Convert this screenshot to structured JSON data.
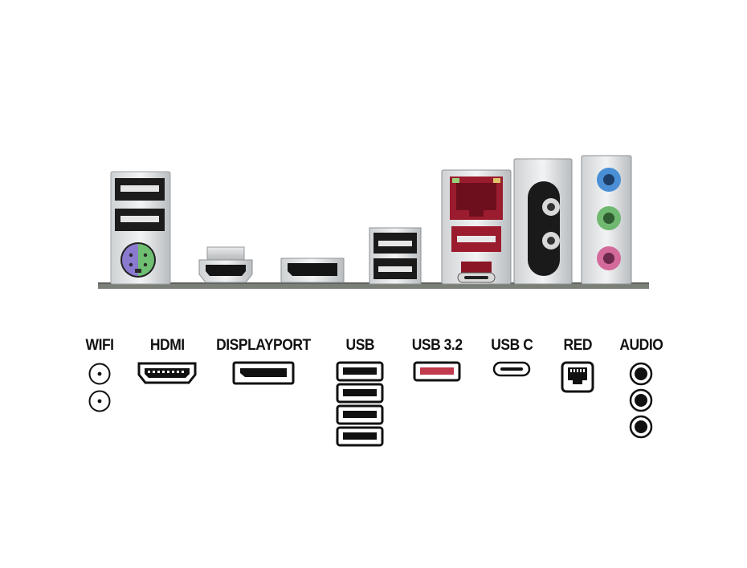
{
  "legend": {
    "wifi": "WIFI",
    "hdmi": "HDMI",
    "displayport": "DISPLAYPORT",
    "usb": "USB",
    "usb32": "USB 3.2",
    "usbc": "USB C",
    "red": "RED",
    "audio": "AUDIO"
  },
  "counts": {
    "wifi": 2,
    "usb": 4,
    "audio": 3
  },
  "colors": {
    "usb32": "#c23a4d",
    "ps2": "#8a7bd0",
    "ps2_green": "#6fbf73",
    "rj45": "#9b1c2e",
    "audio_blue": "#4a8fd6",
    "audio_green": "#6fb870",
    "audio_pink": "#d36a9a",
    "pcb": "#7a7f78"
  }
}
